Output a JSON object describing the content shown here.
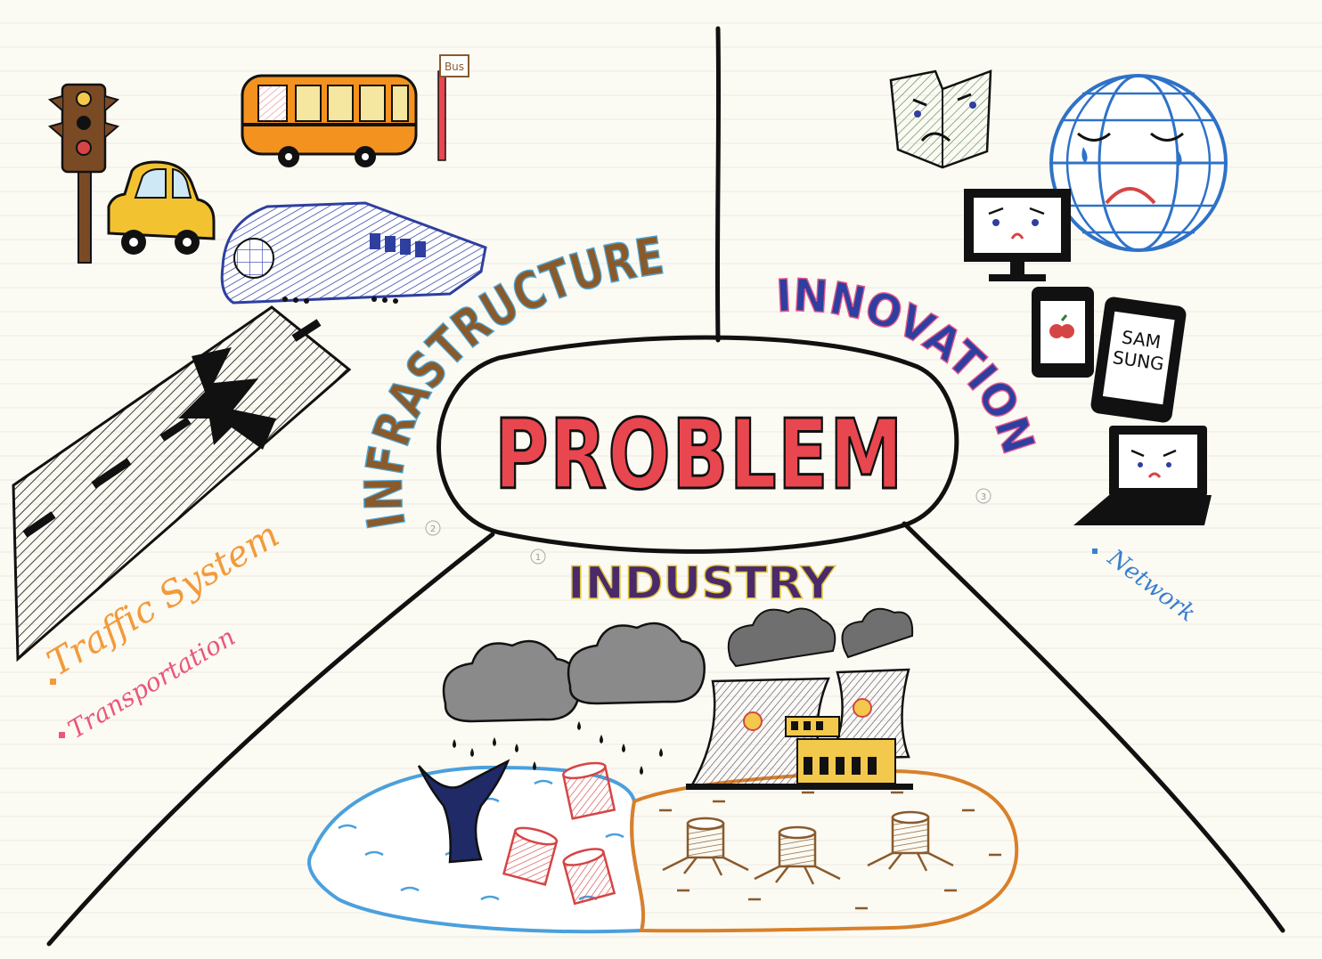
{
  "center": {
    "title": "PROBLEM",
    "branch_numbers": [
      "1",
      "2",
      "3"
    ]
  },
  "branches": {
    "infrastructure": {
      "label": "INFRASTRUCTURE",
      "notes": [
        "Traffic System",
        "Transportation"
      ],
      "sign_text": "Bus"
    },
    "innovation": {
      "label": "INNOVATION",
      "notes": [
        "Network"
      ],
      "phone_brand": "SAMSUNG"
    },
    "industry": {
      "label": "INDUSTRY"
    }
  },
  "colors": {
    "ink": "#111111",
    "problem_fill": "#e8474f",
    "infra_brown": "#8a5a2b",
    "infra_blue": "#4aa6d8",
    "innov_blue": "#2e3fa0",
    "innov_pink": "#e6568a",
    "industry_yellow": "#e0c83a",
    "industry_purple": "#4a2a6a",
    "traffic_orange": "#f39a3a",
    "transport_pink": "#e9577a",
    "network_blue": "#3a7fd0",
    "water_blue": "#4aa0dc",
    "land_orange": "#d9802a"
  },
  "icons": [
    "traffic-light-icon",
    "bus-icon",
    "bus-stop-sign-icon",
    "car-icon",
    "train-icon",
    "cracked-road-icon",
    "sad-book-icon",
    "crying-globe-icon",
    "crying-monitor-icon",
    "apple-phone-icon",
    "samsung-phone-icon",
    "crying-laptop-icon",
    "rain-cloud-icon",
    "whale-tail-icon",
    "drum-icon",
    "power-plant-icon",
    "tree-stump-icon"
  ]
}
